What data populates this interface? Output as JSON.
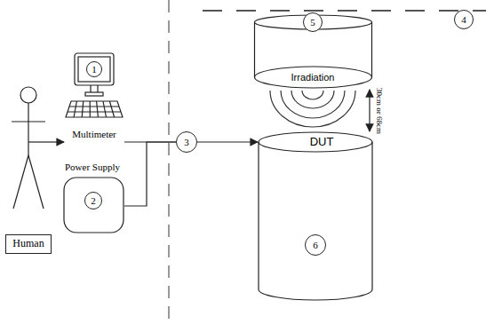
{
  "diagram": {
    "nodes": [
      {
        "text": [
          "Human"
        ]
      },
      {
        "text": [
          "1",
          "Multimeter"
        ]
      },
      {
        "text": [
          "Power Supply",
          "2"
        ]
      },
      {
        "text": [
          "3"
        ]
      },
      {
        "text": [
          "5",
          "Irradiation"
        ]
      },
      {
        "text": [
          "DUT",
          "6"
        ]
      }
    ],
    "edges": [
      {
        "from": 0,
        "to": 1,
        "arrow": "to"
      },
      {
        "from": 1,
        "to": 3,
        "arrow": "none"
      },
      {
        "from": 2,
        "to": 3,
        "arrow": "none"
      },
      {
        "from": 3,
        "to": 5,
        "arrow": "to"
      },
      {
        "from": 4,
        "to": 5,
        "arrow": "both",
        "label": "30cm or 68cm"
      }
    ],
    "labels": [
      "4"
    ]
  }
}
